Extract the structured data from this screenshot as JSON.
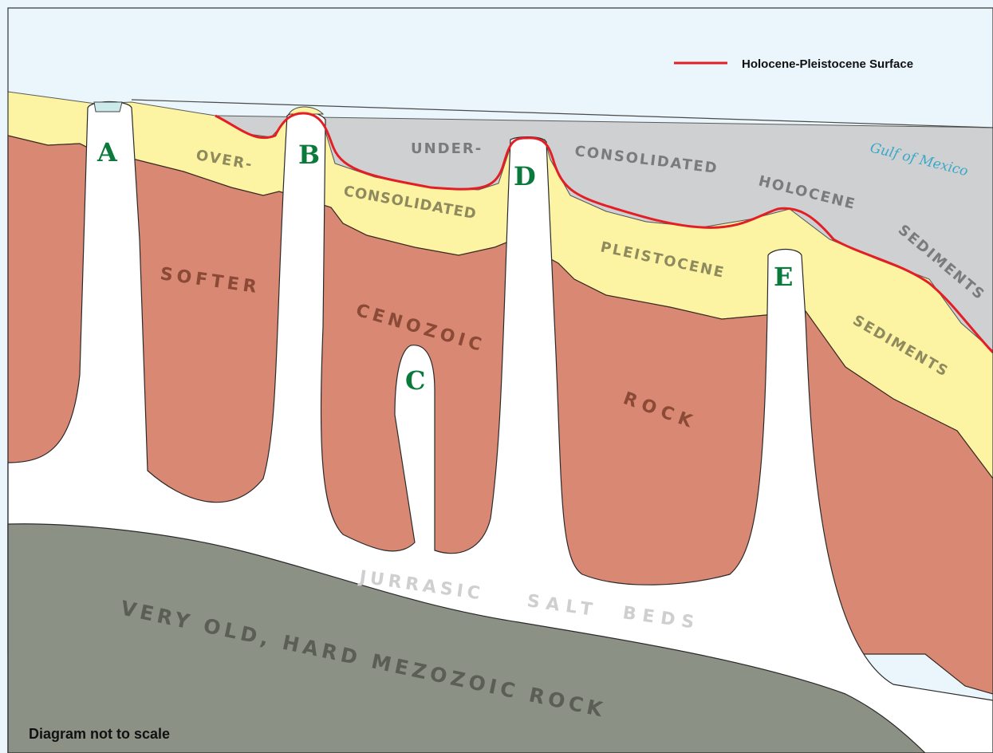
{
  "legend": {
    "line_label": "Holocene-Pleistocene Surface",
    "line_color": "#e31e24"
  },
  "gulf_label": "Gulf of Mexico",
  "note": "Diagram not to scale",
  "domes": [
    "A",
    "B",
    "C",
    "D",
    "E"
  ],
  "layer_words": {
    "over": "OVER-",
    "consolidated_1": "CONSOLIDATED",
    "under": "UNDER-",
    "consolidated_2": "CONSOLIDATED",
    "holocene": "HOLOCENE",
    "sediments_1": "SEDIMENTS",
    "pleistocene": "PLEISTOCENE",
    "sediments_2": "SEDIMENTS",
    "softer": "SOFTER",
    "cenozoic": "CENOZOIC",
    "rock": "ROCK",
    "jurassic_1": "JURRASIC",
    "jurassic_2": "SALT",
    "jurassic_3": "BEDS",
    "mesozoic": "VERY OLD, HARD MEZOZOIC ROCK"
  },
  "colors": {
    "sky": "#eaf6fc",
    "gulf_water": "#cdeaea",
    "holocene": "#cfd0d2",
    "pleistocene": "#fdf4a3",
    "cenozoic": "#d98874",
    "salt": "#ffffff",
    "mesozoic": "#8c9185",
    "dome_letter": "#0a7a3c",
    "gulf_text": "#3aa8c8",
    "light_word": "#8e8a5e",
    "gray_word": "#7a7b7d",
    "brown_word": "#8a4a36",
    "salt_word": "#cfcfcf",
    "dark_word": "#5a5e55"
  }
}
